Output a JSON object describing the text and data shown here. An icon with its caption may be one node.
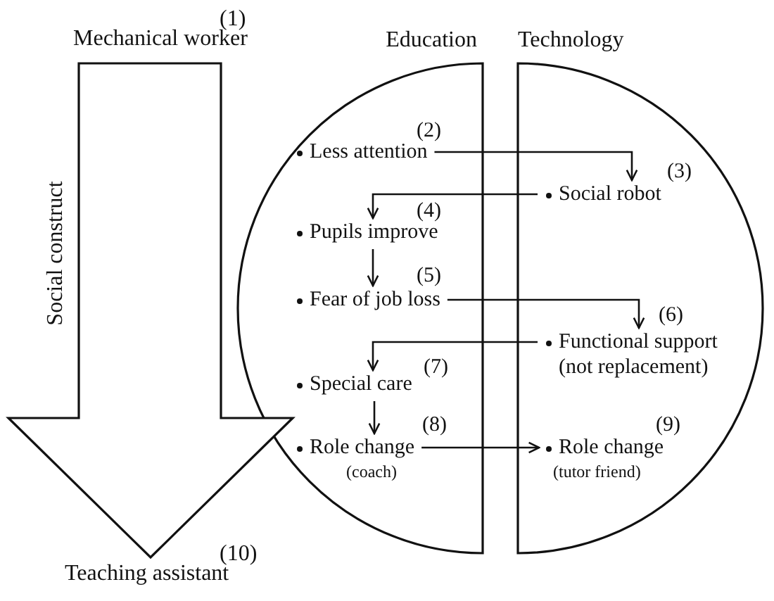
{
  "diagram": {
    "nodes": [
      {
        "text": [
          "Social construct"
        ],
        "beside": [
          "(1)",
          "Mechanical worker",
          "(10)",
          "Teaching assistant"
        ]
      },
      {
        "text": [
          "Education"
        ]
      },
      {
        "text": [
          "Technology"
        ]
      },
      {
        "text": [
          "Less attention"
        ],
        "in": 1
      },
      {
        "text": [
          "Social robot"
        ],
        "in": 2
      },
      {
        "text": [
          "Pupils improve"
        ],
        "in": 1
      },
      {
        "text": [
          "Fear of job loss"
        ],
        "in": 1
      },
      {
        "text": [
          "Functional support (not replacement)"
        ],
        "in": 2
      },
      {
        "text": [
          "Special care"
        ],
        "in": 1
      },
      {
        "text": [
          "Role change",
          "(coach)"
        ],
        "in": 1
      },
      {
        "text": [
          "Role change",
          "(tutor friend)"
        ],
        "in": 2
      }
    ],
    "labels": [
      "(2)",
      "(3)",
      "(4)",
      "(5)",
      "(6)",
      "(7)",
      "(8)",
      "(9)"
    ],
    "edges": [
      {
        "from": 3,
        "to": 4,
        "arrow": "to"
      },
      {
        "from": 4,
        "to": 5,
        "arrow": "to"
      },
      {
        "from": 5,
        "to": 6,
        "arrow": "to"
      },
      {
        "from": 6,
        "to": 7,
        "arrow": "to"
      },
      {
        "from": 7,
        "to": 8,
        "arrow": "to"
      },
      {
        "from": 8,
        "to": 9,
        "arrow": "to"
      },
      {
        "from": 9,
        "to": 10,
        "arrow": "to"
      }
    ]
  }
}
